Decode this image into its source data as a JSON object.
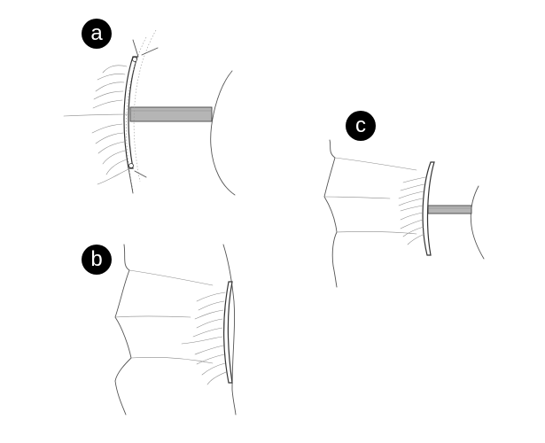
{
  "panels": [
    {
      "id": "a",
      "label": "a"
    },
    {
      "id": "b",
      "label": "b"
    },
    {
      "id": "c",
      "label": "c"
    }
  ],
  "colors": {
    "line": "#555555",
    "rod_fill": "#b5b5b5",
    "label_bg": "#000000",
    "label_text": "#ffffff"
  }
}
